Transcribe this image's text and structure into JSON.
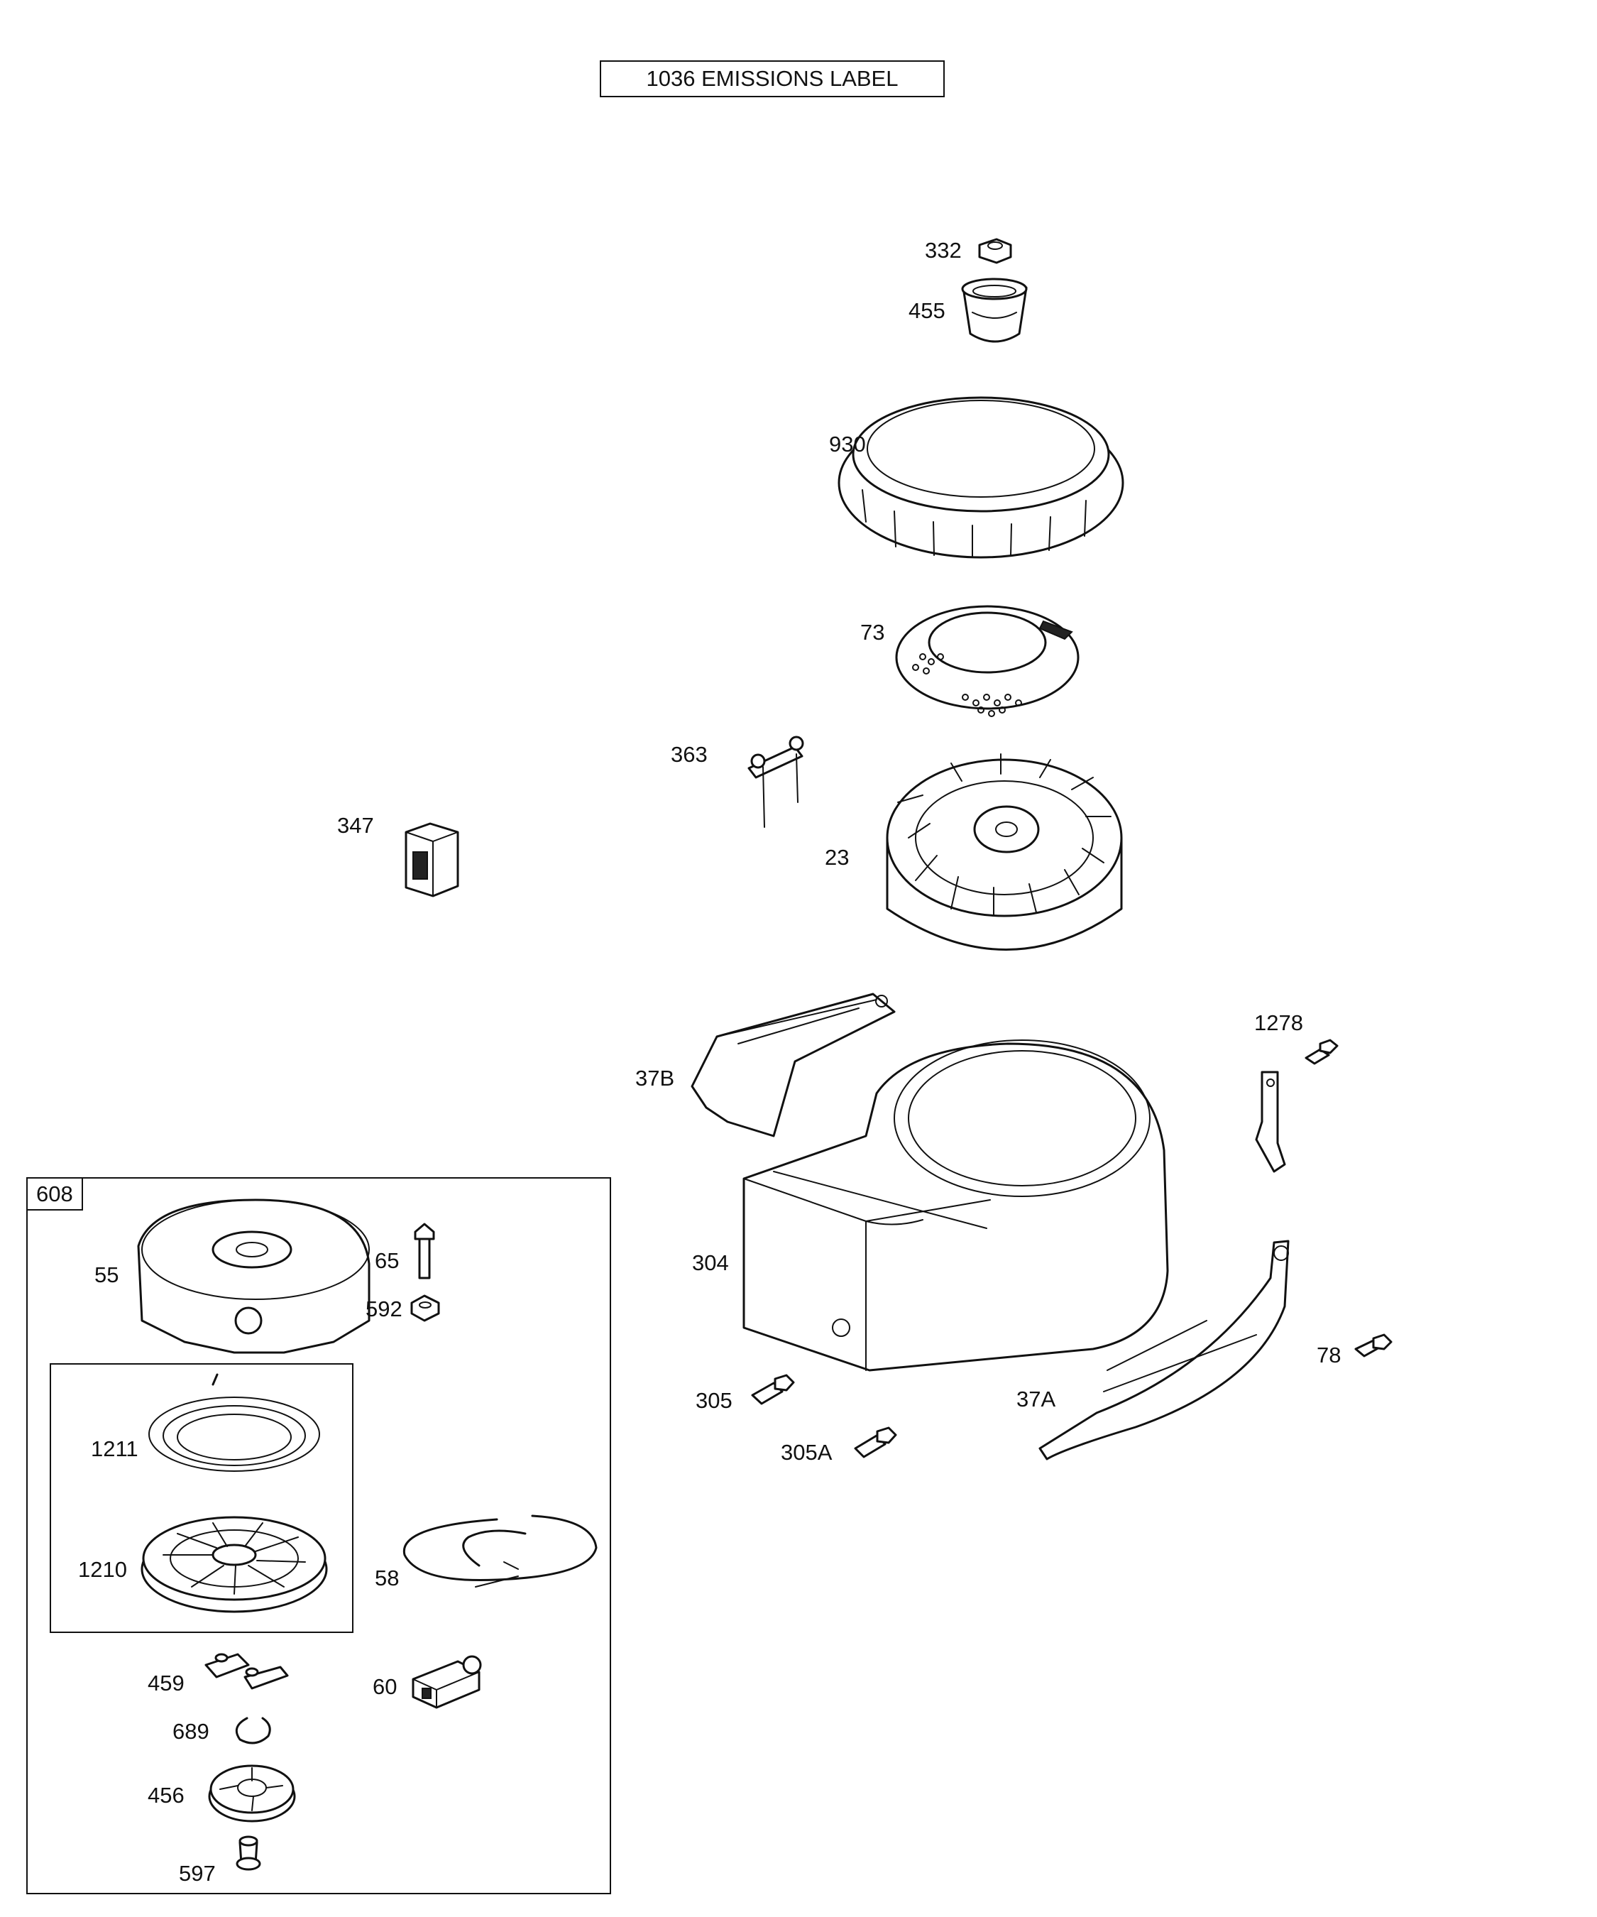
{
  "emissions_label": "1036 EMISSIONS LABEL",
  "group_608": {
    "tag": "608"
  },
  "labels": {
    "p332": "332",
    "p455": "455",
    "p930": "930",
    "p73": "73",
    "p363": "363",
    "p347": "347",
    "p23": "23",
    "p1278": "1278",
    "p37B": "37B",
    "p304": "304",
    "p78": "78",
    "p37A": "37A",
    "p305": "305",
    "p305A": "305A",
    "p55": "55",
    "p65": "65",
    "p592": "592",
    "p1211": "1211",
    "p1210": "1210",
    "p58": "58",
    "p459": "459",
    "p60": "60",
    "p689": "689",
    "p456": "456",
    "p597": "597"
  },
  "parts": [
    {
      "id": "332",
      "icon": "hex-nut-icon"
    },
    {
      "id": "455",
      "icon": "starter-cup-icon"
    },
    {
      "id": "930",
      "icon": "screen-ring-icon"
    },
    {
      "id": "73",
      "icon": "rotating-screen-icon"
    },
    {
      "id": "363",
      "icon": "stud-bracket-icon"
    },
    {
      "id": "347",
      "icon": "boot-icon"
    },
    {
      "id": "23",
      "icon": "flywheel-icon"
    },
    {
      "id": "1278",
      "icon": "baffle-plate-icon"
    },
    {
      "id": "37B",
      "icon": "air-guide-icon"
    },
    {
      "id": "304",
      "icon": "blower-housing-icon"
    },
    {
      "id": "78",
      "icon": "screw-icon"
    },
    {
      "id": "37A",
      "icon": "air-guide-icon"
    },
    {
      "id": "305",
      "icon": "screw-icon"
    },
    {
      "id": "305A",
      "icon": "screw-icon"
    },
    {
      "id": "55",
      "icon": "starter-housing-icon"
    },
    {
      "id": "65",
      "icon": "screw-icon"
    },
    {
      "id": "592",
      "icon": "hex-nut-icon"
    },
    {
      "id": "1211",
      "icon": "rewind-spring-icon"
    },
    {
      "id": "1210",
      "icon": "pulley-icon"
    },
    {
      "id": "58",
      "icon": "starter-rope-icon"
    },
    {
      "id": "459",
      "icon": "pawl-icon"
    },
    {
      "id": "60",
      "icon": "handle-icon"
    },
    {
      "id": "689",
      "icon": "retaining-ring-icon"
    },
    {
      "id": "456",
      "icon": "retainer-icon"
    },
    {
      "id": "597",
      "icon": "pin-icon"
    }
  ]
}
